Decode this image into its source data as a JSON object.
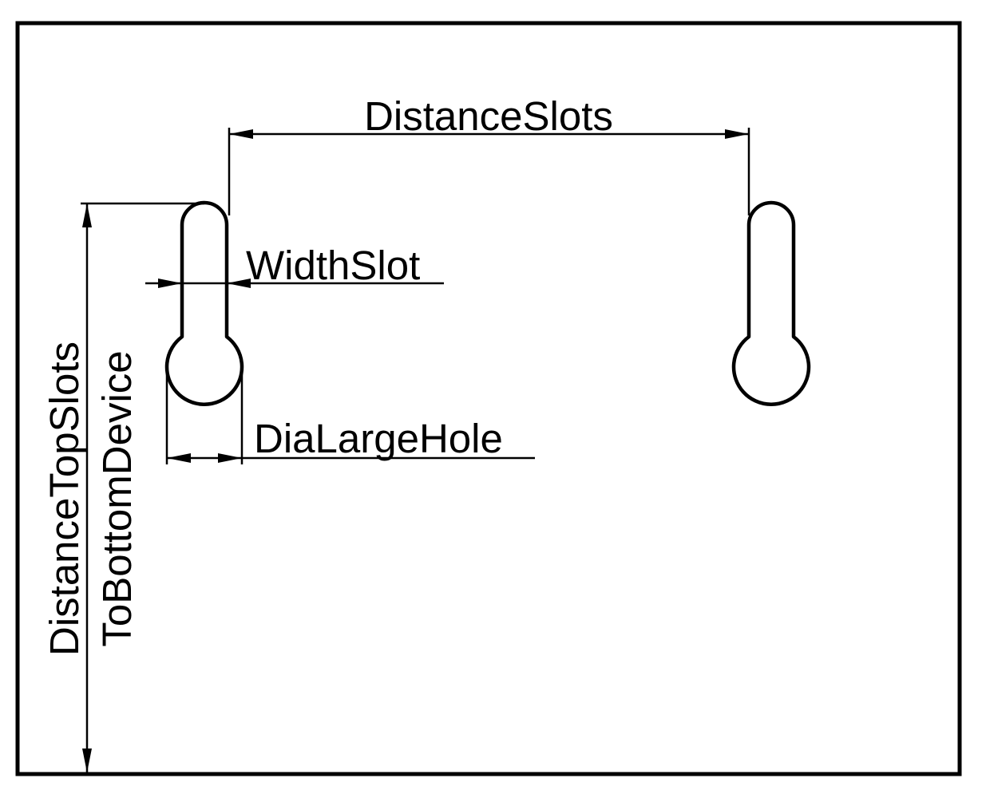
{
  "labels": {
    "distance_slots": "DistanceSlots",
    "width_slot": "WidthSlot",
    "dia_large_hole": "DiaLargeHole",
    "distance_top_line1": "DistanceTopSlots",
    "distance_top_line2": "ToBottomDevice"
  },
  "colors": {
    "stroke": "#000000",
    "background": "#ffffff"
  }
}
